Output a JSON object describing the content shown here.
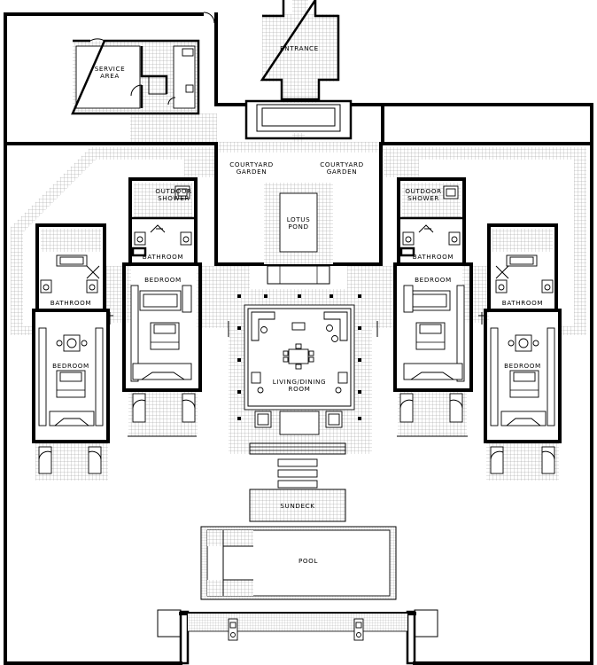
{
  "rooms": {
    "entrance": "ENTRANCE",
    "service_area": [
      "SERVICE",
      "AREA"
    ],
    "courtyard_garden_left": [
      "COURTYARD",
      "GARDEN"
    ],
    "courtyard_garden_right": [
      "COURTYARD",
      "GARDEN"
    ],
    "lotus_pond": [
      "LOTUS",
      "POND"
    ],
    "outdoor_shower_left": [
      "OUTDOOR",
      "SHOWER"
    ],
    "outdoor_shower_right": [
      "OUTDOOR",
      "SHOWER"
    ],
    "bathroom_inner_left": "BATHROOM",
    "bathroom_inner_right": "BATHROOM",
    "bathroom_outer_left": "BATHROOM",
    "bathroom_outer_right": "BATHROOM",
    "bedroom_inner_left": "BEDROOM",
    "bedroom_inner_right": "BEDROOM",
    "bedroom_outer_left": "BEDROOM",
    "bedroom_outer_right": "BEDROOM",
    "living_dining": [
      "LIVING/DINING",
      "ROOM"
    ],
    "sundeck": "SUNDECK",
    "pool": "POOL"
  },
  "colors": {
    "ink": "#000000",
    "paper": "#ffffff",
    "tile_line": "#8a8a8a"
  }
}
